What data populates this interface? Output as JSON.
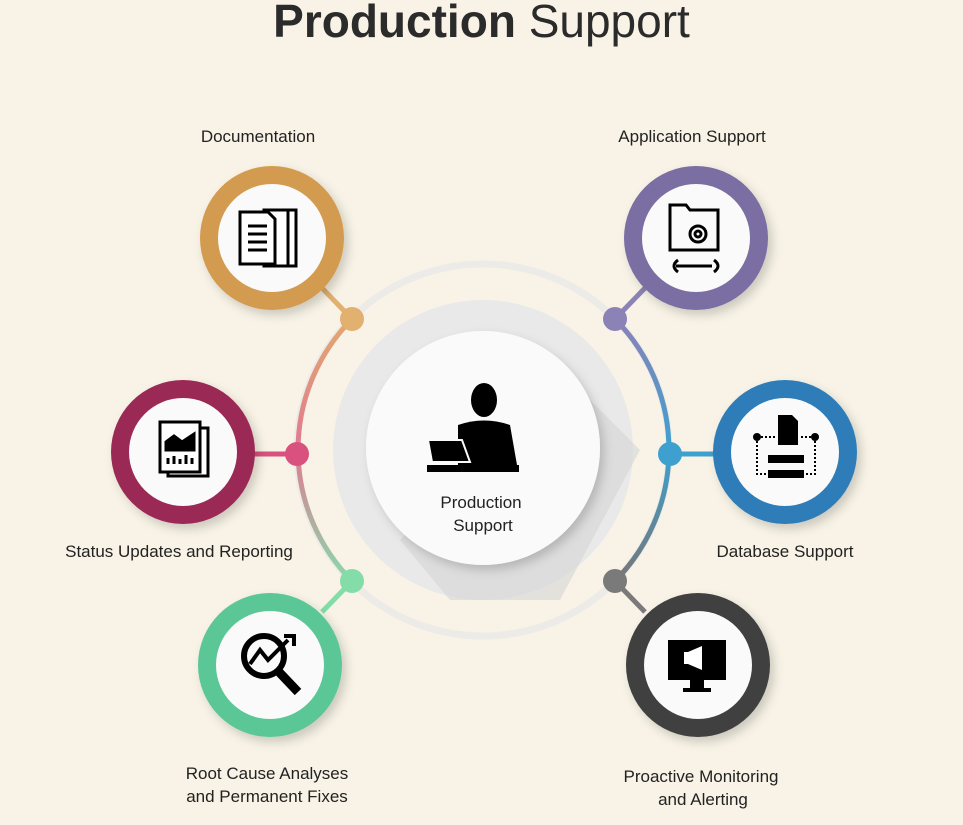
{
  "title": {
    "bold": "Production",
    "light": "Support"
  },
  "center": {
    "line1": "Production",
    "line2": "Support",
    "icon": "businessman-laptop-icon"
  },
  "items": [
    {
      "label": "Documentation",
      "icon": "documents-icon",
      "color": "#d39b4f",
      "dot": "#e2b06f"
    },
    {
      "label": "Application Support",
      "icon": "folder-gear-wrench-icon",
      "color": "#7a6ea3",
      "dot": "#8b82b6"
    },
    {
      "label": "Status Updates and Reporting",
      "icon": "report-chart-icon",
      "color": "#9a2b55",
      "dot": "#d9527f"
    },
    {
      "label": "Database Support",
      "icon": "database-server-icon",
      "color": "#2f7db8",
      "dot": "#3ea0cf"
    },
    {
      "label1": "Root Cause Analyses",
      "label2": "and Permanent Fixes",
      "icon": "magnifier-chart-icon",
      "color": "#5cc796",
      "dot": "#84dca9"
    },
    {
      "label1": "Proactive Monitoring",
      "label2": "and Alerting",
      "icon": "monitor-megaphone-icon",
      "color": "#3f3f3f",
      "dot": "#7a7a7a"
    }
  ]
}
